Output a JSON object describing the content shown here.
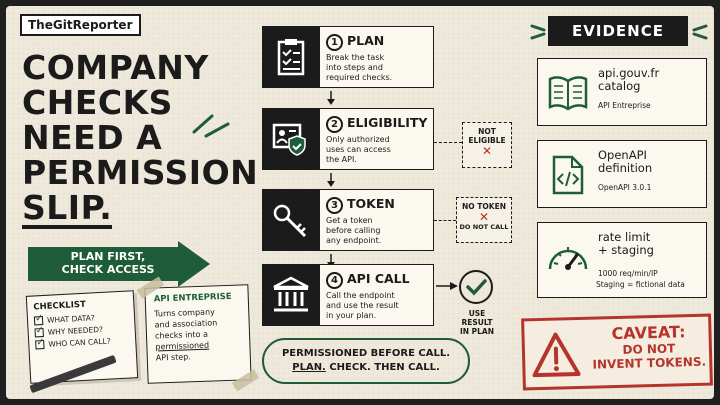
{
  "brand": "TheGitReporter",
  "headline": {
    "l1": "COMPANY",
    "l2": "CHECKS",
    "l3": "NEED A",
    "l4": "PERMISSION",
    "l5": "SLIP."
  },
  "banner": {
    "l1": "PLAN FIRST,",
    "l2": "CHECK ACCESS"
  },
  "checklist": {
    "title": "CHECKLIST",
    "items": [
      "WHAT DATA?",
      "WHY NEEDED?",
      "WHO CAN CALL?"
    ]
  },
  "api_card": {
    "title": "API ENTREPRISE",
    "d1": "Turns company",
    "d2": "and association",
    "d3": "checks into a",
    "d4": "permissioned",
    "d5": "API step."
  },
  "steps": [
    {
      "num": "1",
      "title": "PLAN",
      "desc": [
        "Break the task",
        "into steps and",
        "required checks."
      ],
      "icon": "clipboard-checklist-icon"
    },
    {
      "num": "2",
      "title": "ELIGIBILITY",
      "desc": [
        "Only authorized",
        "uses can access",
        "the API."
      ],
      "icon": "id-badge-shield-icon"
    },
    {
      "num": "3",
      "title": "TOKEN",
      "desc": [
        "Get a token",
        "before calling",
        "any endpoint."
      ],
      "icon": "key-icon"
    },
    {
      "num": "4",
      "title": "API CALL",
      "desc": [
        "Call the endpoint",
        "and use the result",
        "in your plan."
      ],
      "icon": "bank-building-icon"
    }
  ],
  "not_eligible": {
    "l1": "NOT",
    "l2": "ELIGIBLE",
    "x": "✕"
  },
  "no_token": {
    "l1": "NO TOKEN",
    "x": "✕",
    "l2": "DO NOT CALL"
  },
  "use_result": {
    "l1": "USE RESULT",
    "l2": "IN PLAN"
  },
  "footer": {
    "l1": "PERMISSIONED BEFORE CALL.",
    "plan": "PLAN.",
    "rest": " CHECK. THEN CALL."
  },
  "evidence": {
    "title": "EVIDENCE",
    "cards": [
      {
        "t1": "api.gouv.fr",
        "t2": "catalog",
        "sub1": "API Entreprise",
        "sub2": ""
      },
      {
        "t1": "OpenAPI",
        "t2": "definition",
        "sub1": "OpenAPI 3.0.1",
        "sub2": ""
      },
      {
        "t1": "rate limit",
        "t2": "+ staging",
        "sub1": "1000 req/min/IP",
        "sub2": "Staging = fictional data"
      }
    ]
  },
  "caveat": {
    "l1": "CAVEAT:",
    "l2": "DO NOT",
    "l3": "INVENT TOKENS."
  },
  "colors": {
    "green": "#1e5c3a",
    "red": "#b5342b",
    "ink": "#1b1b1b",
    "paper": "#efe9dc"
  }
}
